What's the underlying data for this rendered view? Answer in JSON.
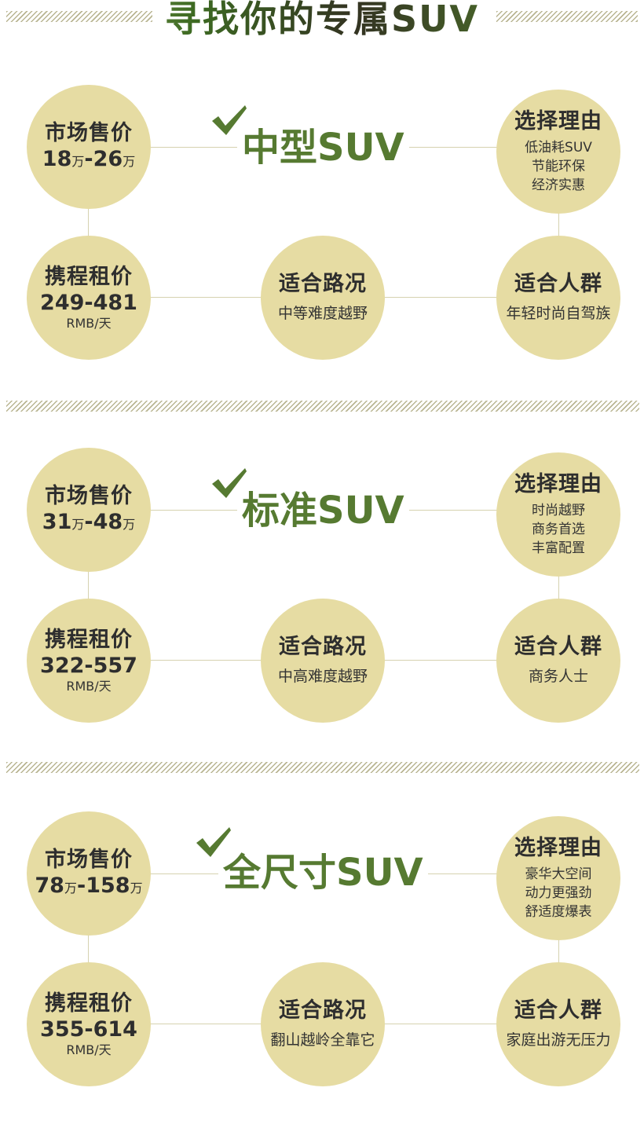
{
  "page": {
    "title": "寻找你的专属SUV"
  },
  "colors": {
    "circle": "#e6dca3",
    "accent_green": "#567a31",
    "line": "#d6d2b0"
  },
  "sections": [
    {
      "type_title": "中型SUV",
      "price": {
        "label": "市场售价",
        "low": "18",
        "high": "26",
        "unit": "万",
        "sep": "-"
      },
      "reason": {
        "label": "选择理由",
        "lines": [
          "低油耗SUV",
          "节能环保",
          "经济实惠"
        ]
      },
      "rent": {
        "label": "携程租价",
        "value": "249-481",
        "unit": "RMB/天"
      },
      "road": {
        "label": "适合路况",
        "value": "中等难度越野"
      },
      "crowd": {
        "label": "适合人群",
        "value": "年轻时尚自驾族"
      }
    },
    {
      "type_title": "标准SUV",
      "price": {
        "label": "市场售价",
        "low": "31",
        "high": "48",
        "unit": "万",
        "sep": "-"
      },
      "reason": {
        "label": "选择理由",
        "lines": [
          "时尚越野",
          "商务首选",
          "丰富配置"
        ]
      },
      "rent": {
        "label": "携程租价",
        "value": "322-557",
        "unit": "RMB/天"
      },
      "road": {
        "label": "适合路况",
        "value": "中高难度越野"
      },
      "crowd": {
        "label": "适合人群",
        "value": "商务人士"
      }
    },
    {
      "type_title": "全尺寸SUV",
      "price": {
        "label": "市场售价",
        "low": "78",
        "high": "158",
        "unit": "万",
        "sep": "-"
      },
      "reason": {
        "label": "选择理由",
        "lines": [
          "豪华大空间",
          "动力更强劲",
          "舒适度爆表"
        ]
      },
      "rent": {
        "label": "携程租价",
        "value": "355-614",
        "unit": "RMB/天"
      },
      "road": {
        "label": "适合路况",
        "value": "翻山越岭全靠它"
      },
      "crowd": {
        "label": "适合人群",
        "value": "家庭出游无压力"
      }
    }
  ]
}
